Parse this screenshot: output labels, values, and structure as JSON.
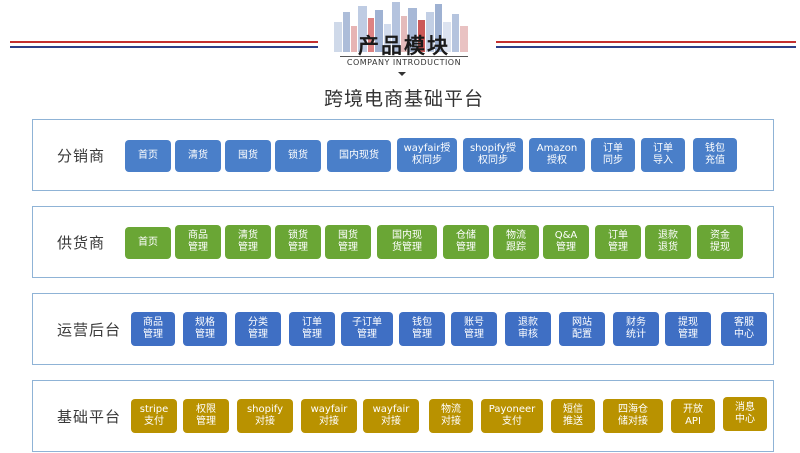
{
  "header": {
    "title": "产品模块",
    "subtitle_en": "COMPANY INTRODUCTION",
    "platform_title": "跨境电商基础平台"
  },
  "colors": {
    "distribution": "#4a7fc9",
    "supplier": "#6aa635",
    "operations": "#3f6fc4",
    "base": "#b99200",
    "border": "#8fb3d6"
  },
  "rows": [
    {
      "label": "分销商",
      "modules": [
        "首页",
        "清货",
        "囤货",
        "锁货",
        "国内现货",
        "wayfair授\n权同步",
        "shopify授\n权同步",
        "Amazon\n授权",
        "订单\n同步",
        "订单\n导入",
        "钱包\n充值"
      ]
    },
    {
      "label": "供货商",
      "modules": [
        "首页",
        "商品\n管理",
        "清货\n管理",
        "锁货\n管理",
        "囤货\n管理",
        "国内现\n货管理",
        "仓储\n管理",
        "物流\n跟踪",
        "Q&A\n管理",
        "订单\n管理",
        "退款\n退货",
        "资金\n提现"
      ]
    },
    {
      "label": "运营后台",
      "modules": [
        "商品\n管理",
        "规格\n管理",
        "分类\n管理",
        "订单\n管理",
        "子订单\n管理",
        "钱包\n管理",
        "账号\n管理",
        "退款\n审核",
        "网站\n配置",
        "财务\n统计",
        "提现\n管理",
        "客服\n中心"
      ]
    },
    {
      "label": "基础平台",
      "modules": [
        "stripe\n支付",
        "权限\n管理",
        "shopify\n对接",
        "wayfair\n对接",
        "wayfair\n对接",
        "物流\n对接",
        "Payoneer\n支付",
        "短信\n推送",
        "四海仓\n储对接",
        "开放\nAPI",
        "消息\n中心"
      ]
    }
  ]
}
